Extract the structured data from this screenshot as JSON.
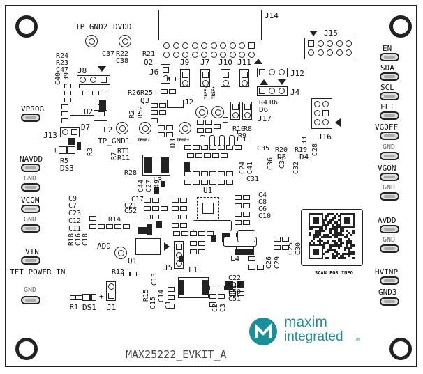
{
  "board": {
    "name": "MAX25222_EVKIT_A",
    "scan_label": "SCAN FOR INFO"
  },
  "logo": {
    "line1": "maxim",
    "line2": "integrated",
    "tm": "TM",
    "color": "#1a8f9a"
  },
  "left_pads": [
    "VPROG",
    "NAVDD",
    "GND",
    "VCOM",
    "GND",
    "VIN",
    "TFT_POWER_IN",
    "GND"
  ],
  "right_pads": [
    "EN",
    "SDA",
    "SCL",
    "FLT",
    "VGOFF",
    "GND",
    "VGON",
    "GND",
    "AVDD",
    "GND",
    "HVINP",
    "GND3"
  ],
  "test_points": [
    "TP_GND2",
    "DVDD",
    "TP_GND1",
    "ADD"
  ],
  "connectors": [
    "J14",
    "J15",
    "J16",
    "J12",
    "J4",
    "J13",
    "J8",
    "J6",
    "J9",
    "J7",
    "J10",
    "J11",
    "J2",
    "J3",
    "J17",
    "J5",
    "J1"
  ],
  "ics": [
    "U1",
    "U2"
  ],
  "transistors": [
    "Q1",
    "Q2",
    "Q3"
  ],
  "inductors": [
    "L1",
    "L2",
    "L3",
    "L4"
  ],
  "diodes": [
    "D3",
    "D4",
    "D5",
    "D6",
    "D7",
    "DS1",
    "DS3"
  ],
  "thermal": [
    "TEMP-",
    "TEMP+",
    "TREF-",
    "TREF+"
  ],
  "labels": {
    "R24": "R24",
    "R23": "R23",
    "C47": "C47",
    "C40": "C40",
    "C39": "C39",
    "C37": "C37",
    "R22": "R22",
    "C38": "C38",
    "R21": "R21",
    "R26": "R26",
    "R25": "R25",
    "R2": "R2",
    "R52": "R52",
    "R4": "R4",
    "R6": "R6",
    "R10": "R10",
    "R8": "R8",
    "R9": "R9",
    "C35": "C35",
    "R20": "R20",
    "C33": "C33",
    "R19": "R19",
    "C28": "C28",
    "C32": "C32",
    "C34": "C34",
    "C36": "C36",
    "C24": "C24",
    "C41": "C41",
    "C31": "C31",
    "R3": "R3",
    "R5": "R5",
    "R7": "R7",
    "RT1": "RT1",
    "R11": "R11",
    "R28": "R28",
    "C44": "C44",
    "C27": "C27",
    "C49": "C49",
    "C9": "C9",
    "C7": "C7",
    "C23": "C23",
    "C12": "C12",
    "C11": "C11",
    "C17": "C17",
    "C21": "C21",
    "C52": "C52",
    "R14": "R14",
    "R18": "R18",
    "C16": "C16",
    "C18": "C18",
    "C4": "C4",
    "C8": "C8",
    "C6": "C6",
    "C10": "C10",
    "C25": "C25",
    "C30": "C30",
    "C26": "C26",
    "C29": "C29",
    "R12": "R12",
    "R15": "R15",
    "C13": "C13",
    "C15": "C15",
    "C14": "C14",
    "C22": "C22",
    "C19": "C19",
    "C50": "C50",
    "C51": "C51",
    "C1": "C1",
    "C2": "C2",
    "C3": "C3",
    "R1": "R1"
  }
}
